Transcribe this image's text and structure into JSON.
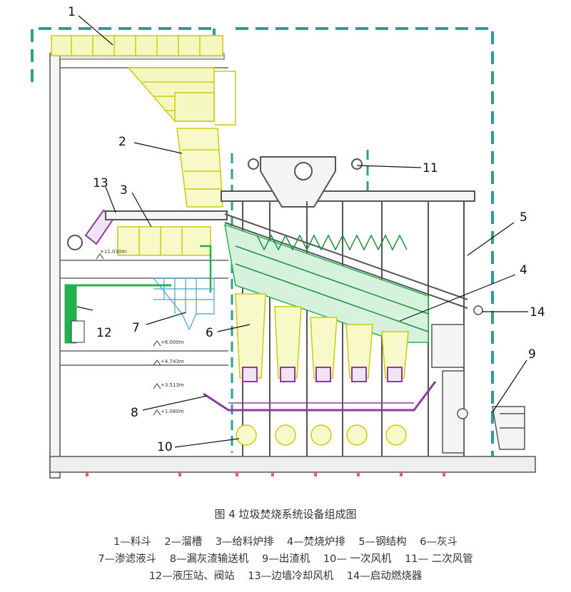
{
  "figure": {
    "caption": "图 4  垃圾焚烧系统设备组成图",
    "colors": {
      "hopper": "#d9e021",
      "grate": "#22b14c",
      "ash_conveyor": "#8e3b9e",
      "frame": "#4a4a4a",
      "boundary": "#2f9e8f",
      "cyan_structure": "#4aa3c8"
    },
    "callouts": [
      "1",
      "2",
      "3",
      "4",
      "5",
      "6",
      "7",
      "8",
      "9",
      "10",
      "11",
      "12",
      "13",
      "14"
    ],
    "elevations": [
      "+11.030m",
      "+6.000m",
      "+4.743m",
      "+3.513m",
      "+1.080m"
    ],
    "legend": {
      "line1": [
        "1—料斗",
        "2—溜槽",
        "3—给料炉排",
        "4—焚烧炉排",
        "5—钢结构",
        "6—灰斗"
      ],
      "line2": [
        "7—渗滤液斗",
        "8—漏灰渣输送机",
        "9—出渣机",
        "10— 一次风机",
        "11— 二次风管"
      ],
      "line3": [
        "12—液压站、阀站",
        "13—边墙冷却风机",
        "14—启动燃烧器"
      ]
    }
  }
}
